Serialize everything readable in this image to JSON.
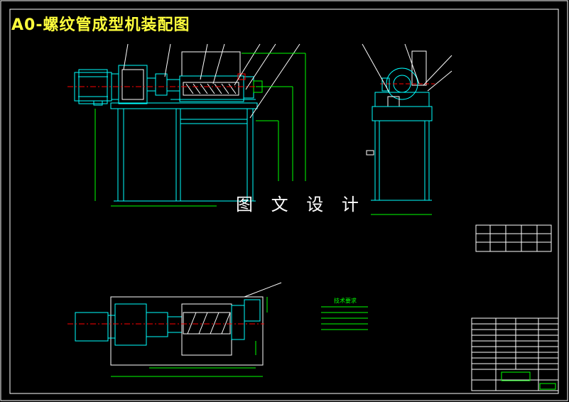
{
  "drawing": {
    "title": "A0-螺纹管成型机装配图",
    "watermark": "图 文 设 计",
    "tech_requirements_heading": "技术要求"
  },
  "colors": {
    "background": "#000000",
    "frame": "#ffffff",
    "outline_cyan": "#00ffff",
    "dimension_green": "#00ff00",
    "centerline_red": "#ff0000",
    "title_yellow": "#ffff3c",
    "hidden_magenta": "#ff00ff"
  }
}
